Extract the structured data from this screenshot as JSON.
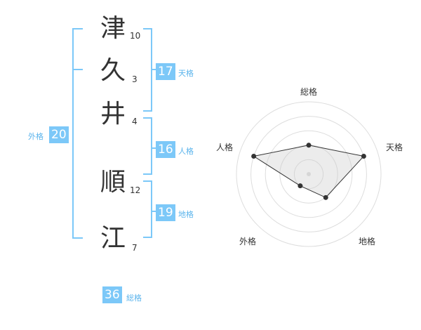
{
  "name": {
    "characters": [
      {
        "char": "津",
        "strokes": "10"
      },
      {
        "char": "久",
        "strokes": "3"
      },
      {
        "char": "井",
        "strokes": "4"
      },
      {
        "char": "順",
        "strokes": "12"
      },
      {
        "char": "江",
        "strokes": "7"
      }
    ]
  },
  "fortunes": {
    "tenkaku": {
      "value": "17",
      "label": "天格"
    },
    "jinkaku": {
      "value": "16",
      "label": "人格"
    },
    "chikaku": {
      "value": "19",
      "label": "地格"
    },
    "gaikaku": {
      "value": "20",
      "label": "外格"
    },
    "soukaku": {
      "value": "36",
      "label": "総格"
    }
  },
  "colors": {
    "accent": "#7cc8f8",
    "bracket": "#7cc8f8",
    "text": "#333333"
  },
  "chart_data": {
    "type": "radar",
    "axes": [
      "総格",
      "天格",
      "地格",
      "外格",
      "人格"
    ],
    "max": 5,
    "values": [
      2,
      4,
      2,
      1,
      4
    ]
  }
}
